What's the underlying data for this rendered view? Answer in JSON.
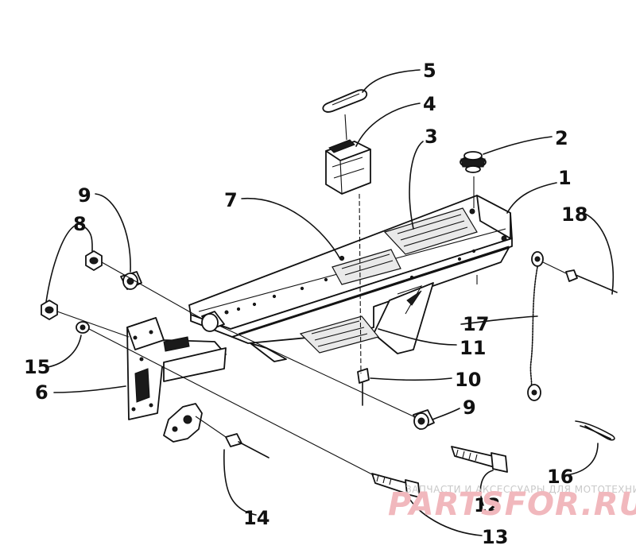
{
  "diagram": {
    "callouts": [
      {
        "id": "c5",
        "label": "5"
      },
      {
        "id": "c4",
        "label": "4"
      },
      {
        "id": "c3",
        "label": "3"
      },
      {
        "id": "c2",
        "label": "2"
      },
      {
        "id": "c1",
        "label": "1"
      },
      {
        "id": "c18",
        "label": "18"
      },
      {
        "id": "c9a",
        "label": "9"
      },
      {
        "id": "c7",
        "label": "7"
      },
      {
        "id": "c8",
        "label": "8"
      },
      {
        "id": "c17",
        "label": "17"
      },
      {
        "id": "c11",
        "label": "11"
      },
      {
        "id": "c10",
        "label": "10"
      },
      {
        "id": "c15",
        "label": "15"
      },
      {
        "id": "c6",
        "label": "6"
      },
      {
        "id": "c9b",
        "label": "9"
      },
      {
        "id": "c16",
        "label": "16"
      },
      {
        "id": "c14",
        "label": "14"
      },
      {
        "id": "c12",
        "label": "12"
      },
      {
        "id": "c13",
        "label": "13"
      }
    ]
  },
  "watermark": {
    "caption": "ЗАПЧАСТИ И АКСЕССУАРЫ ДЛЯ МОТОТЕХНИКИ",
    "brand": "PARTSFOR.RU"
  }
}
